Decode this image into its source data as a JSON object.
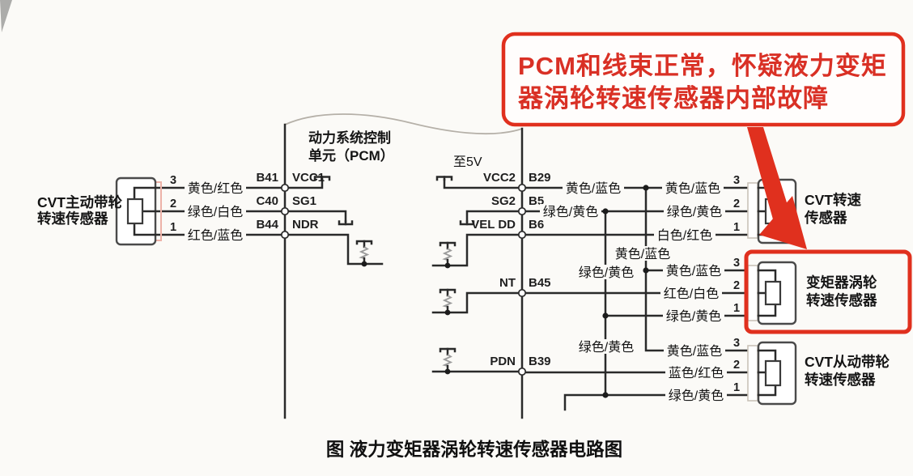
{
  "figure": {
    "caption": "图 液力变矩器涡轮转速传感器电路图"
  },
  "callout": {
    "line1": "PCM和线束正常，怀疑液力变矩",
    "line2": "器涡轮转速传感器内部故障"
  },
  "pcm": {
    "title_line1": "动力系统控制",
    "title_line2": "单元（PCM）",
    "to_5v_label": "至5V",
    "left_pins": [
      {
        "terminal": "B41",
        "signal": "VCC1"
      },
      {
        "terminal": "C40",
        "signal": "SG1"
      },
      {
        "terminal": "B44",
        "signal": "NDR"
      }
    ],
    "right_pins": [
      {
        "signal": "VCC2",
        "terminal": "B29"
      },
      {
        "signal": "SG2",
        "terminal": "B5"
      },
      {
        "signal": "VEL DD",
        "terminal": "B6"
      },
      {
        "signal": "NT",
        "terminal": "B45"
      },
      {
        "signal": "PDN",
        "terminal": "B39"
      }
    ]
  },
  "left_sensor": {
    "name_line1": "CVT主动带轮",
    "name_line2": "转速传感器",
    "pins": [
      {
        "number": "3",
        "wire_color": "黄色/红色"
      },
      {
        "number": "2",
        "wire_color": "绿色/白色"
      },
      {
        "number": "1",
        "wire_color": "红色/蓝色"
      }
    ]
  },
  "harness": {
    "vcc2_wire_label": "黄色/蓝色",
    "sg2_wire_label": "绿色/黄色",
    "bus_a_label": "黄色/蓝色",
    "bus_b_label_upper": "绿色/黄色",
    "bus_b_label_lower": "绿色/黄色"
  },
  "right_sensors": [
    {
      "name_line1": "CVT转速",
      "name_line2": "传感器",
      "highlighted": false,
      "pins": [
        {
          "number": "3",
          "wire_color": "黄色/蓝色"
        },
        {
          "number": "2",
          "wire_color": "绿色/黄色"
        },
        {
          "number": "1",
          "wire_color": "白色/红色"
        }
      ]
    },
    {
      "name_line1": "变矩器涡轮",
      "name_line2": "转速传感器",
      "highlighted": true,
      "pins": [
        {
          "number": "3",
          "wire_color": "黄色/蓝色"
        },
        {
          "number": "2",
          "wire_color": "红色/白色"
        },
        {
          "number": "1",
          "wire_color": "绿色/黄色"
        }
      ]
    },
    {
      "name_line1": "CVT从动带轮",
      "name_line2": "转速传感器",
      "highlighted": false,
      "pins": [
        {
          "number": "3",
          "wire_color": "黄色/蓝色"
        },
        {
          "number": "2",
          "wire_color": "蓝色/红色"
        },
        {
          "number": "1",
          "wire_color": "绿色/黄色"
        }
      ]
    }
  ],
  "colors": {
    "highlight_red": "#e0301e",
    "callout_text_red": "#d93025",
    "wire_black": "#2a2a2a"
  }
}
